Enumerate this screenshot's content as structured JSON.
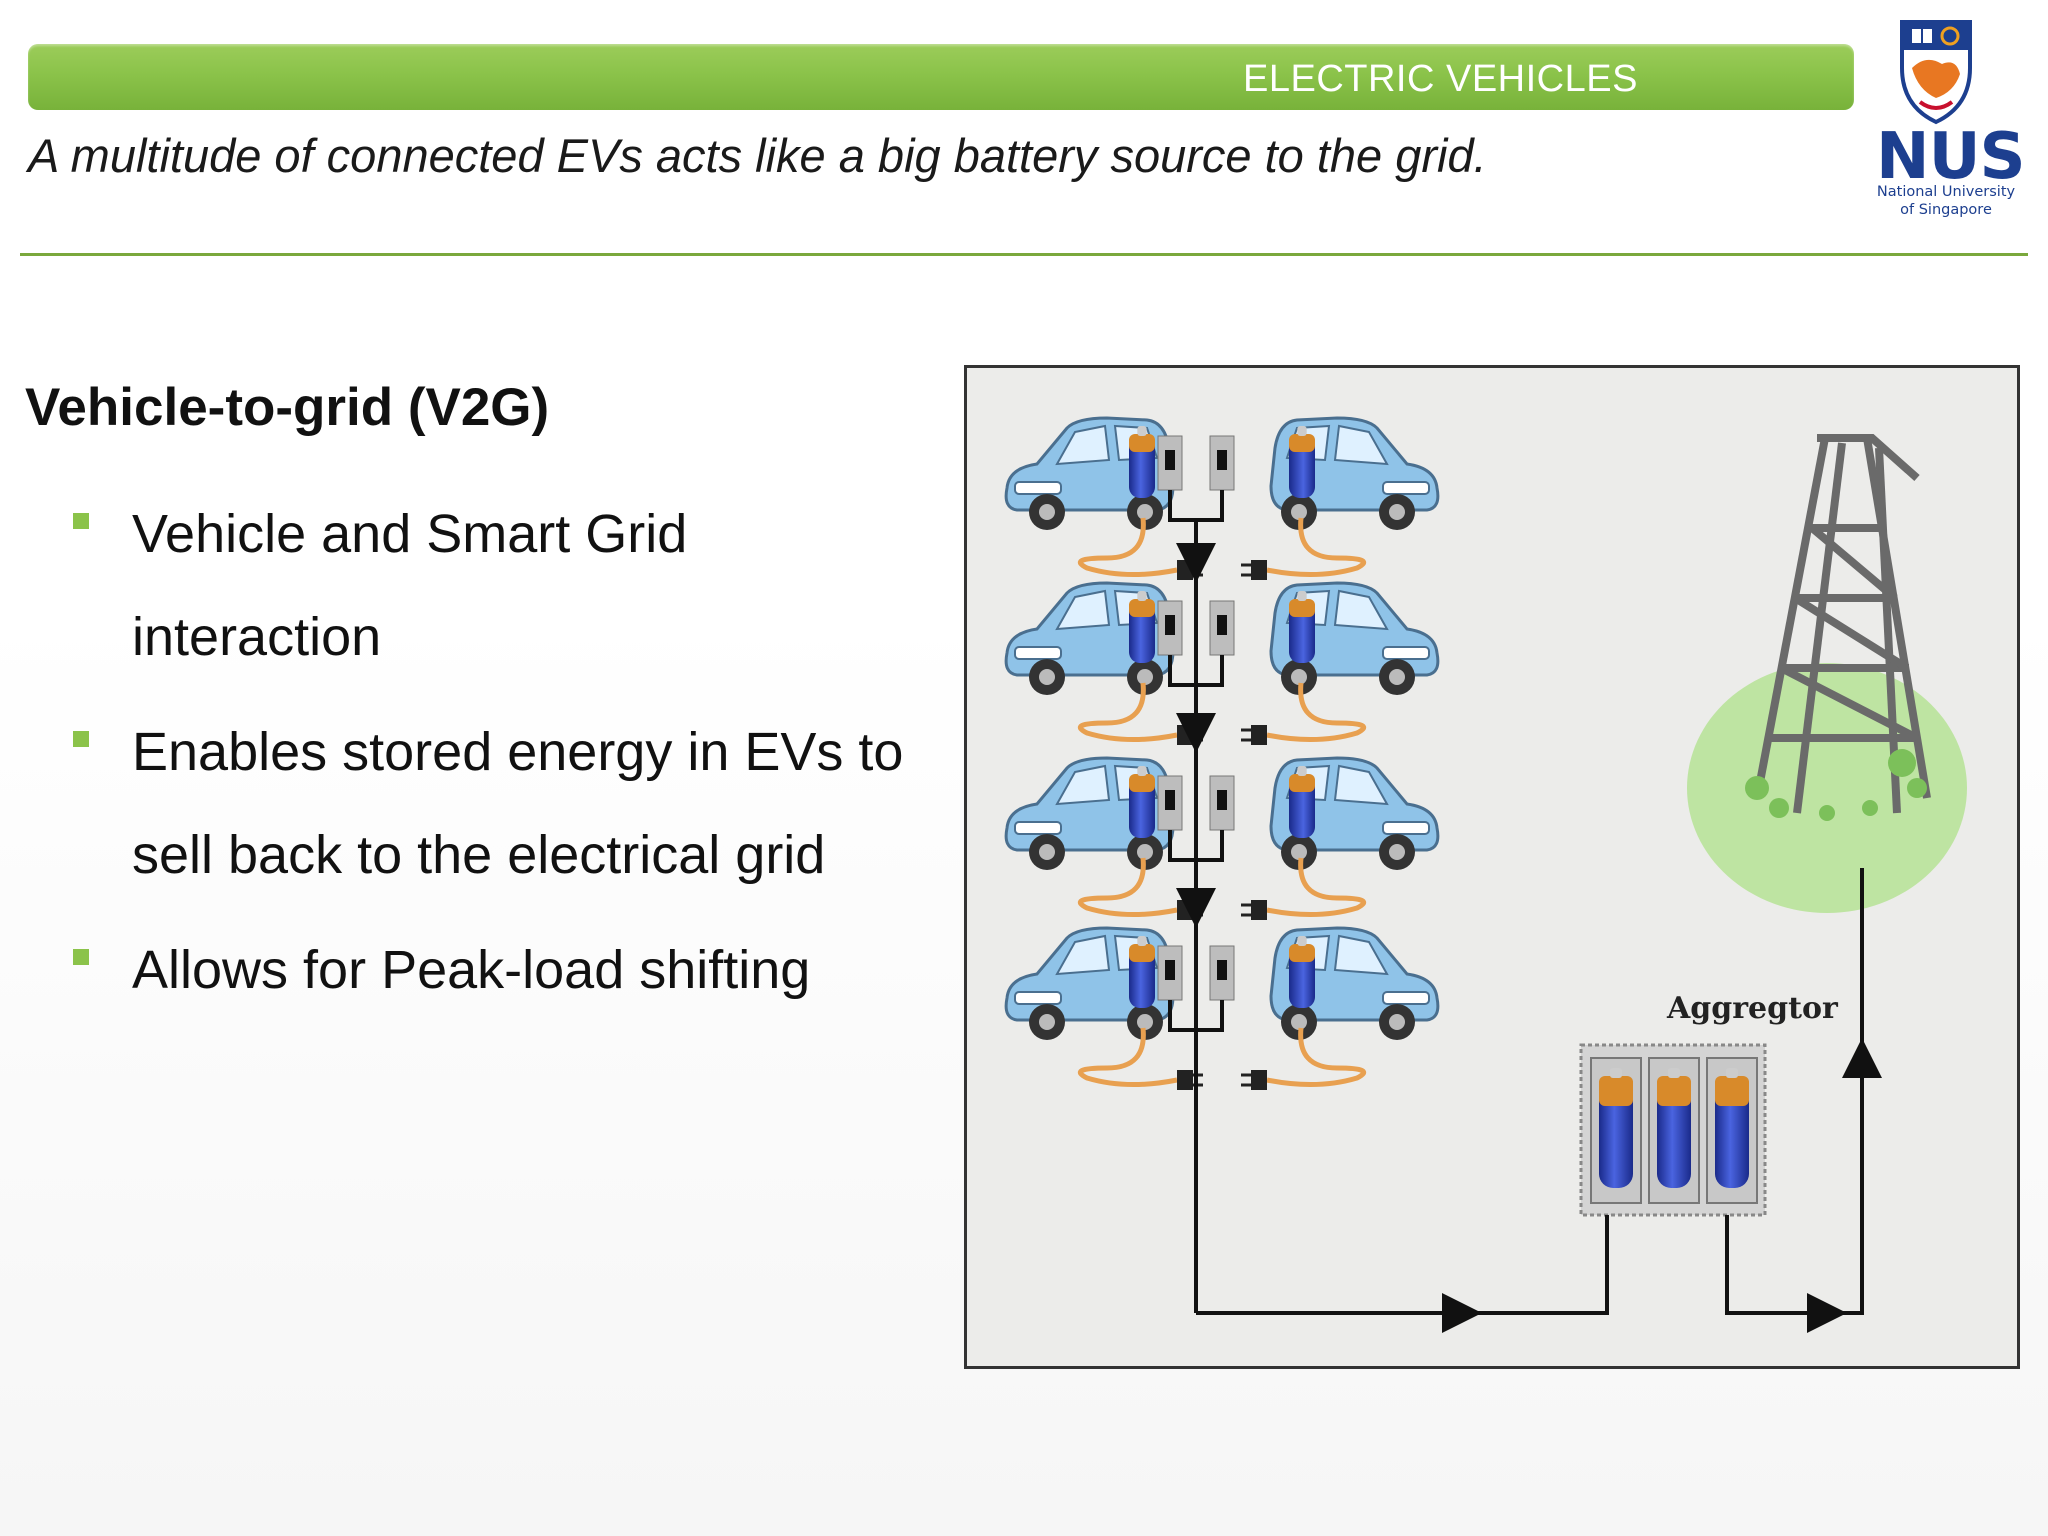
{
  "header": {
    "section_title": "ELECTRIC VEHICLES",
    "subtitle": "A multitude of connected EVs acts like a big battery source to the grid."
  },
  "logo": {
    "name": "NUS",
    "sub_line1": "National University",
    "sub_line2": "of Singapore"
  },
  "content": {
    "heading": "Vehicle-to-grid (V2G)",
    "bullets": [
      "Vehicle and Smart Grid interaction",
      "Enables stored energy in EVs to sell back to the electrical grid",
      "Allows for Peak-load shifting"
    ]
  },
  "diagram": {
    "aggregator_label": "Aggregtor",
    "colors": {
      "car_body": "#8fc3e8",
      "battery": "#2a3fb0",
      "battery_cap": "#d88a2a",
      "cable": "#e8a050",
      "tower": "#707070",
      "greenery": "#a8d98a",
      "wire": "#111111"
    }
  }
}
